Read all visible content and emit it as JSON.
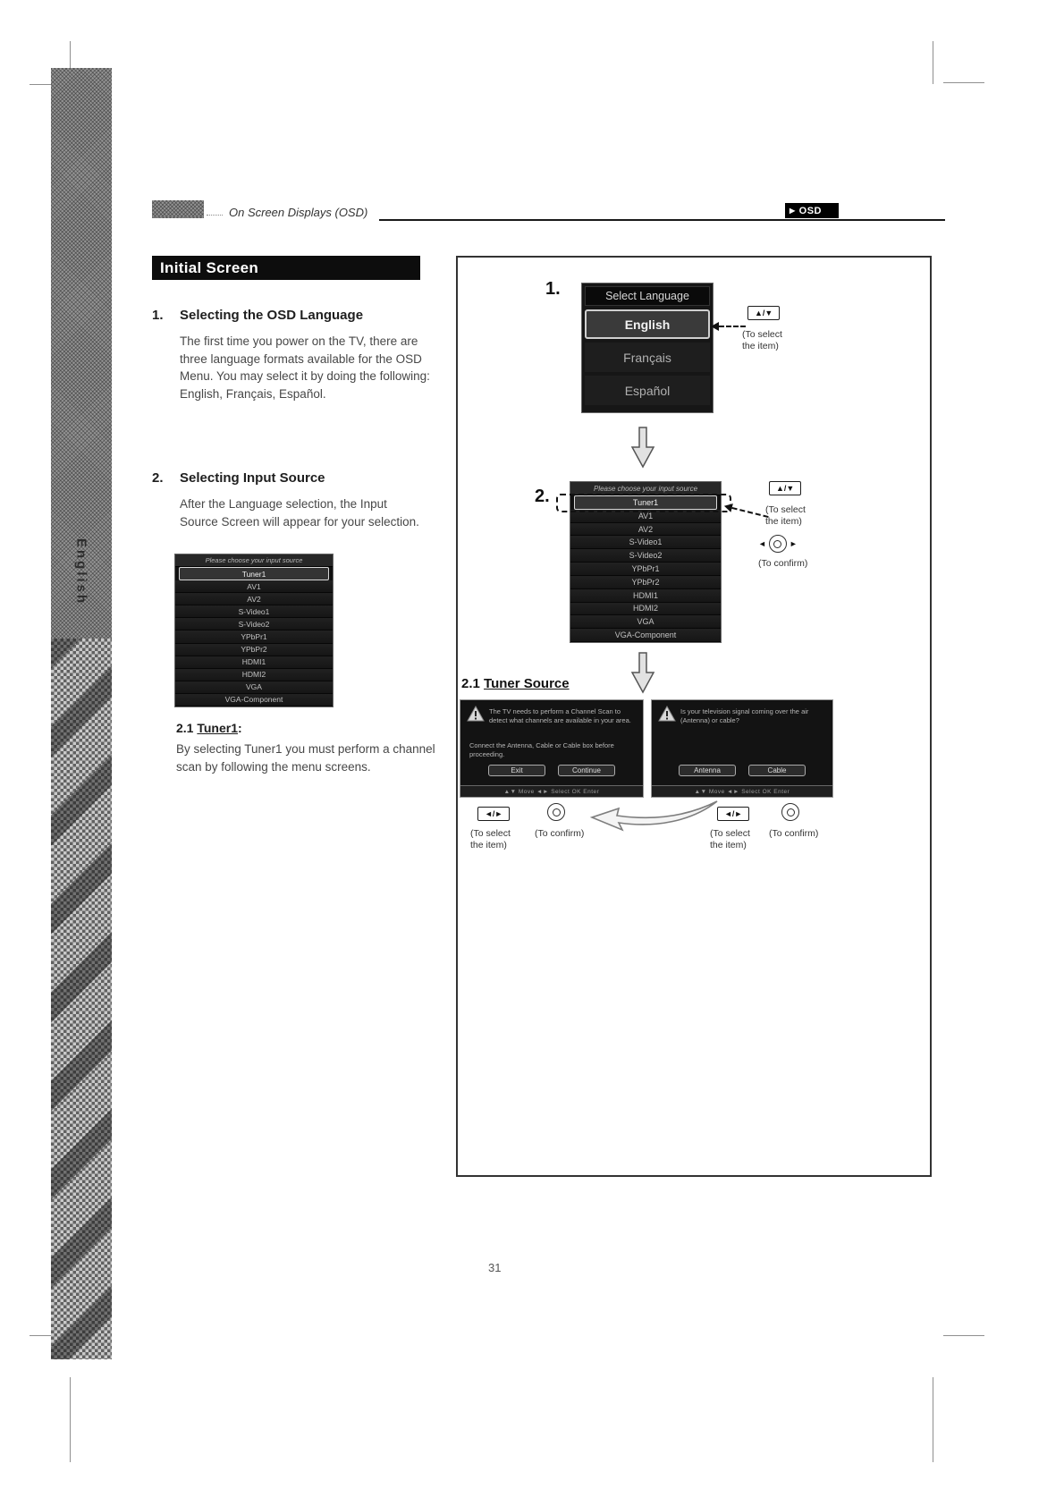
{
  "header": {
    "title": "On Screen Displays (OSD)",
    "badge_icon": "▶",
    "badge_label": "OSD"
  },
  "sidebar": {
    "vertical_label": "English"
  },
  "page": {
    "number": "31"
  },
  "content": {
    "banner": "Initial Screen",
    "s1_num": "1.",
    "s1_title": "Selecting the OSD Language",
    "s1_body": "The first time you power on the TV, there are three language formats available for the OSD Menu. You may select it by doing the following: English, Français, Español.",
    "s2_num": "2.",
    "s2_title": "Selecting Input Source",
    "s2_body": "After the Language selection, the Input Source Screen will appear for your selection.",
    "s21_num": "2.1 ",
    "s21_word": "Tuner1",
    "s21_colon": ":",
    "s21_body": "By selecting Tuner1 you must perform a channel scan by following the menu screens."
  },
  "menus": {
    "language": {
      "title": "Select Language",
      "items": [
        "English",
        "Français",
        "Español"
      ]
    },
    "source": {
      "title": "Please choose your input source",
      "items": [
        "Tuner1",
        "AV1",
        "AV2",
        "S-Video1",
        "S-Video2",
        "YPbPr1",
        "YPbPr2",
        "HDMI1",
        "HDMI2",
        "VGA",
        "VGA-Component"
      ]
    }
  },
  "diagram": {
    "step1": "1.",
    "step2": "2.",
    "s21_heading_num": "2.1 ",
    "s21_heading_text": "Tuner Source",
    "hints": {
      "updown": "▲/▼",
      "leftright": "◄/►",
      "left_key": "◄",
      "right_key": "►",
      "to_select_1": "(To select",
      "to_select_2": "the item)",
      "to_confirm": "(To confirm)"
    },
    "dialog_left": {
      "line1": "The TV needs to perform a Channel Scan to detect what channels are available in your area.",
      "line2": "Connect the Antenna, Cable or Cable box before proceeding.",
      "btn1": "Exit",
      "btn2": "Continue",
      "footer": "▲▼ Move    ◄► Select    OK Enter"
    },
    "dialog_right": {
      "line1": "Is your television signal coming over the air (Antenna) or cable?",
      "btn1": "Antenna",
      "btn2": "Cable",
      "footer": "▲▼ Move    ◄► Select    OK Enter"
    }
  }
}
